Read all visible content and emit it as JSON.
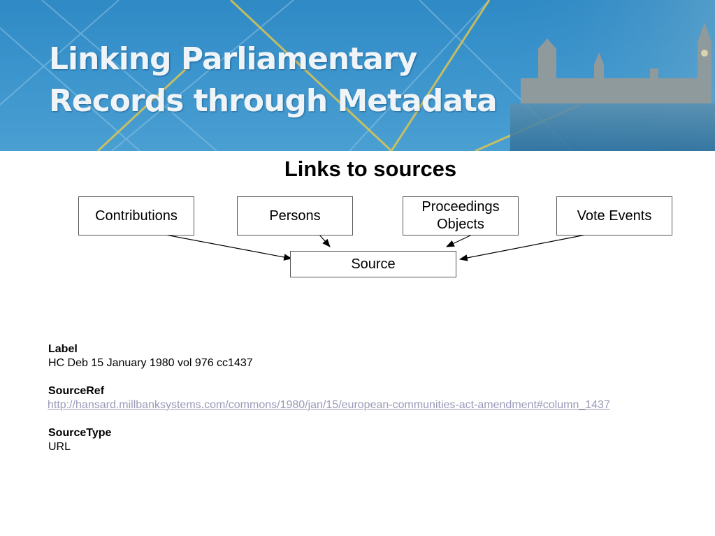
{
  "banner": {
    "title_line1": "Linking Parliamentary",
    "title_line2": "Records through Metadata"
  },
  "slide": {
    "title": "Links to sources"
  },
  "diagram": {
    "nodes": {
      "contributions": "Contributions",
      "persons": "Persons",
      "proceedings_line1": "Proceedings",
      "proceedings_line2": "Objects",
      "vote_events": "Vote Events",
      "source": "Source"
    }
  },
  "metadata": {
    "label_key": "Label",
    "label_value": "HC Deb 15 January 1980 vol 976 cc1437",
    "sourceref_key": "SourceRef",
    "sourceref_value": "http://hansard.millbanksystems.com/commons/1980/jan/15/european-communities-act-amendment#column_1437",
    "sourcetype_key": "SourceType",
    "sourcetype_value": "URL"
  }
}
